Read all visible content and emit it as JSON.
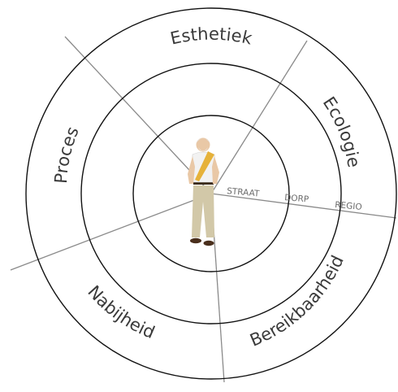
{
  "diagram": {
    "sectors": {
      "top": "Esthetiek",
      "left": "Proces",
      "right": "Ecologie",
      "bottom_left": "Nabijheid",
      "bottom_right": "Bereikbaarheid"
    },
    "scale_labels": {
      "inner": "STRAAT",
      "middle": "DORP",
      "outer": "REGIO"
    },
    "colors": {
      "rings": "#111111",
      "spokes": "#8a8a8a",
      "text": "#3a3a3a"
    }
  }
}
